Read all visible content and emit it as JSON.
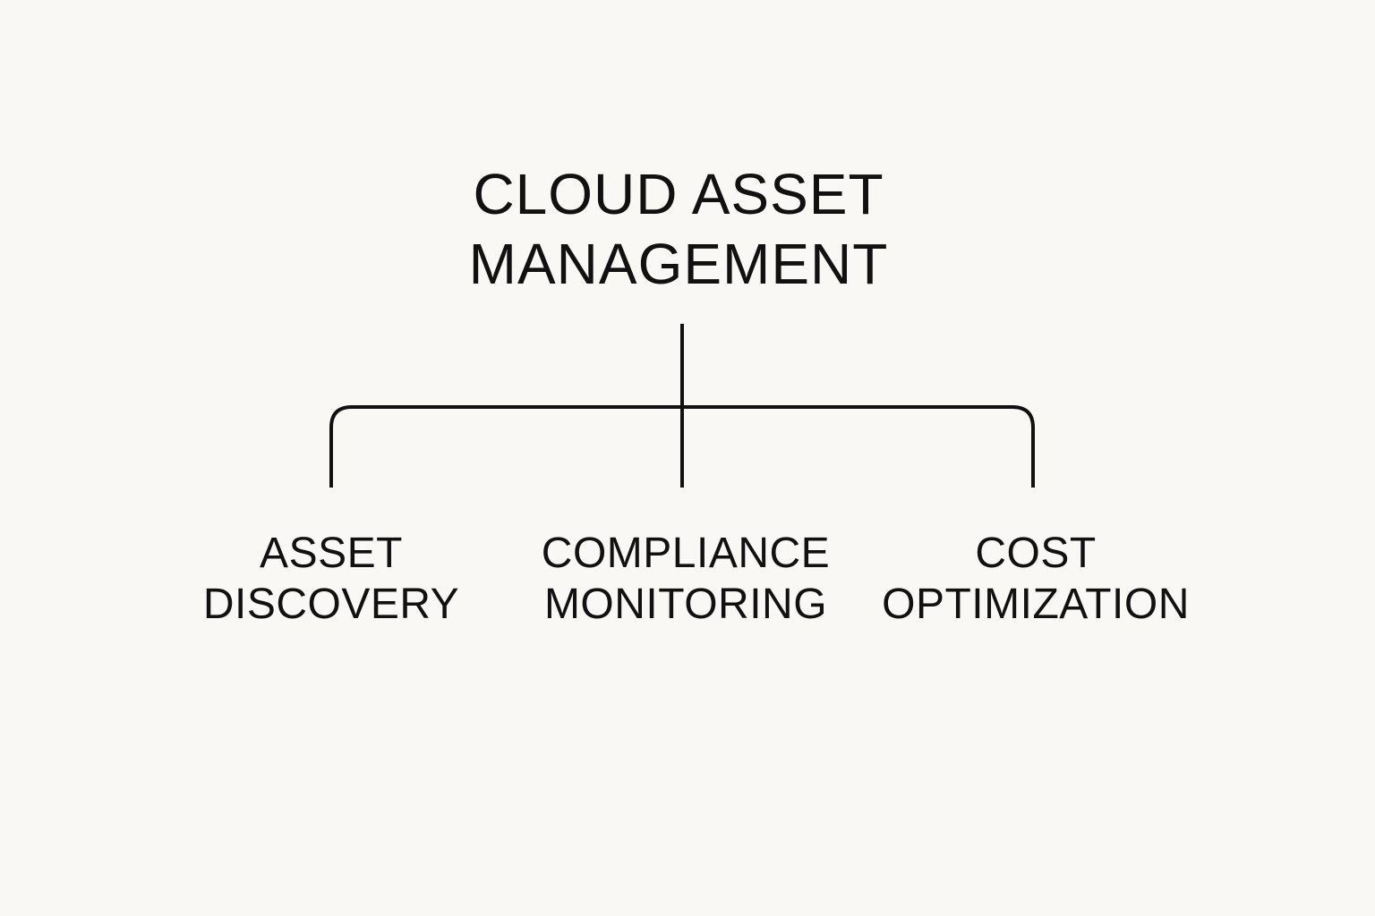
{
  "root": {
    "title_lines": [
      "CLOUD ASSET",
      "MANAGEMENT"
    ]
  },
  "children": [
    {
      "lines": [
        "ASSET",
        "DISCOVERY"
      ]
    },
    {
      "lines": [
        "COMPLIANCE",
        "MONITORING"
      ]
    },
    {
      "lines": [
        "COST",
        "OPTIMIZATION"
      ]
    }
  ],
  "colors": {
    "background": "#f9f8f4",
    "ink": "#111111"
  }
}
